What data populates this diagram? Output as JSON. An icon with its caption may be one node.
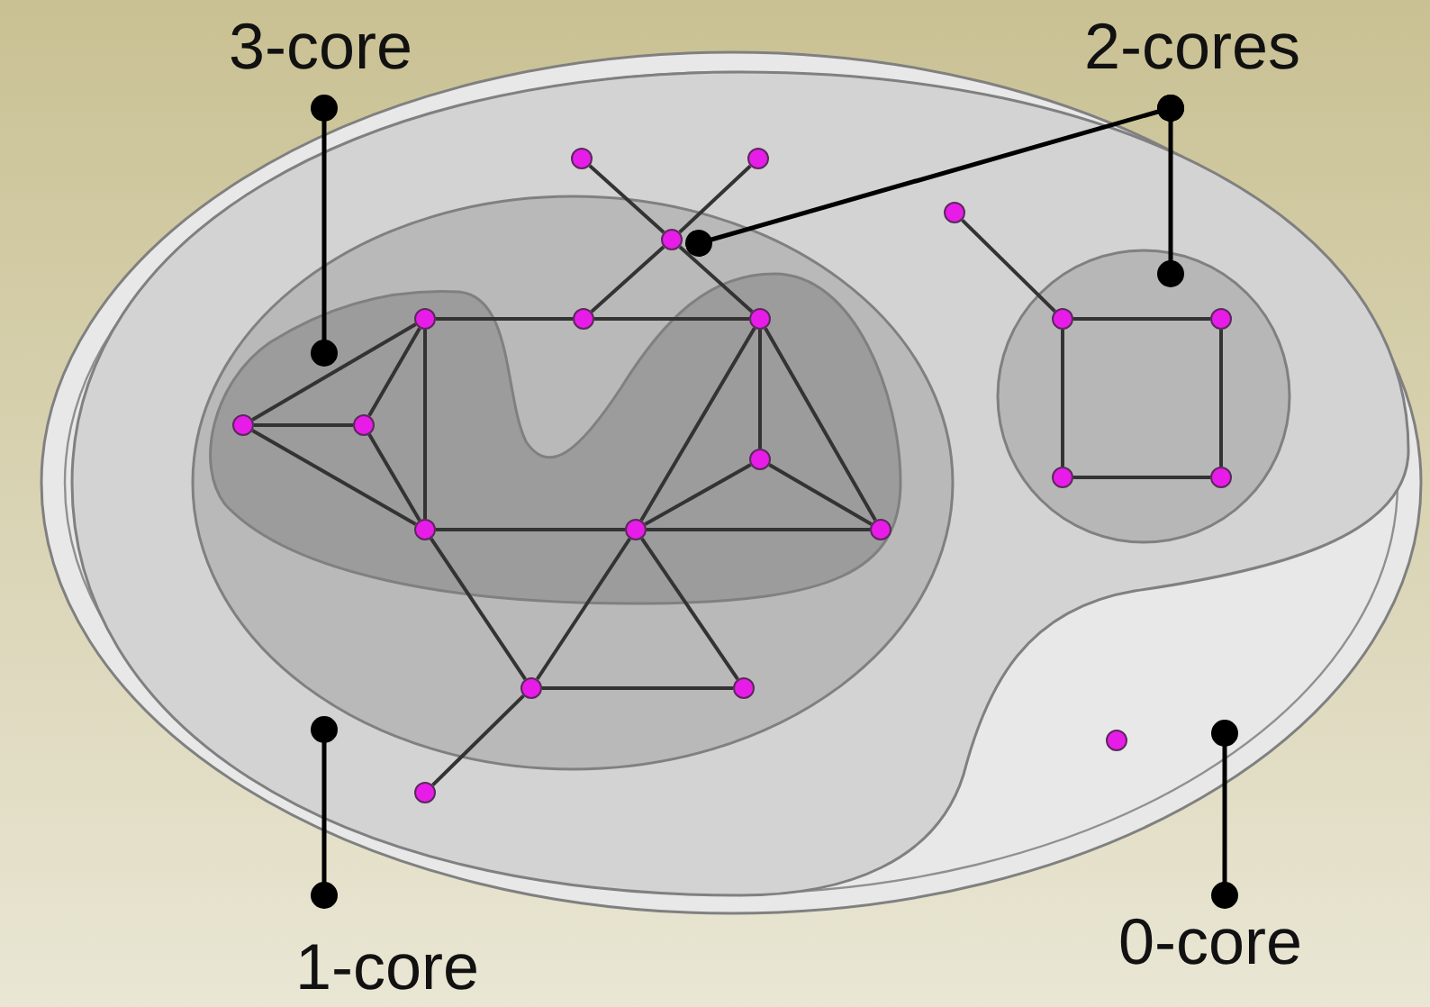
{
  "diagram": {
    "nodes": [
      {
        "text": [
          "3-core"
        ]
      },
      {
        "text": [
          "2-cores"
        ]
      },
      {
        "text": [],
        "shape": "ellipse"
      },
      {
        "text": [],
        "shape": "blob",
        "in": 2
      },
      {
        "text": [],
        "shape": "ellipse",
        "in": 3
      },
      {
        "text": [],
        "shape": "blob",
        "in": 4
      },
      {
        "text": [],
        "shape": "circle",
        "in": 3
      },
      {
        "text": [],
        "shape": "circle",
        "in": 3
      },
      {
        "text": [],
        "shape": "circle",
        "in": 3
      },
      {
        "text": [],
        "shape": "circle",
        "in": 3
      },
      {
        "text": [],
        "shape": "circle",
        "in": 4
      },
      {
        "text": [],
        "shape": "circle",
        "in": 5
      },
      {
        "text": [],
        "shape": "circle",
        "in": 5
      },
      {
        "text": [],
        "shape": "circle",
        "in": 5
      },
      {
        "text": [],
        "shape": "circle",
        "in": 6
      },
      {
        "text": [],
        "shape": "circle",
        "in": 6
      },
      {
        "text": [],
        "shape": "circle",
        "in": 5
      },
      {
        "text": [],
        "shape": "circle",
        "in": 5
      },
      {
        "text": [],
        "shape": "circle",
        "in": 5
      },
      {
        "text": [],
        "shape": "circle",
        "in": 6
      },
      {
        "text": [],
        "shape": "circle",
        "in": 6
      },
      {
        "text": [],
        "shape": "circle",
        "in": 5
      },
      {
        "text": [],
        "shape": "circle",
        "in": 5
      },
      {
        "text": [],
        "shape": "circle",
        "in": 5
      },
      {
        "text": [],
        "shape": "circle",
        "in": 4
      },
      {
        "text": [],
        "shape": "circle",
        "in": 4
      },
      {
        "text": [],
        "shape": "circle",
        "in": 2
      },
      {
        "text": [],
        "shape": "circle",
        "in": 3
      },
      {
        "text": [
          "1-core"
        ]
      },
      {
        "text": [
          "0-core"
        ]
      }
    ],
    "edges": [
      {
        "from": 0,
        "to": 5,
        "arrow": "other"
      },
      {
        "from": 1,
        "to": 4,
        "arrow": "other"
      },
      {
        "from": 1,
        "to": 6,
        "arrow": "other"
      },
      {
        "from": 28,
        "to": 3,
        "arrow": "other"
      },
      {
        "from": 29,
        "to": 2,
        "arrow": "other"
      },
      {
        "from": 7,
        "to": 10,
        "arrow": "none"
      },
      {
        "from": 8,
        "to": 10,
        "arrow": "none"
      },
      {
        "from": 10,
        "to": 12,
        "arrow": "none"
      },
      {
        "from": 10,
        "to": 13,
        "arrow": "none"
      },
      {
        "from": 11,
        "to": 12,
        "arrow": "none"
      },
      {
        "from": 12,
        "to": 13,
        "arrow": "none"
      },
      {
        "from": 11,
        "to": 16,
        "arrow": "none"
      },
      {
        "from": 16,
        "to": 17,
        "arrow": "none"
      },
      {
        "from": 17,
        "to": 11,
        "arrow": "none"
      },
      {
        "from": 11,
        "to": 21,
        "arrow": "none"
      },
      {
        "from": 16,
        "to": 21,
        "arrow": "none"
      },
      {
        "from": 17,
        "to": 21,
        "arrow": "none"
      },
      {
        "from": 13,
        "to": 18,
        "arrow": "none"
      },
      {
        "from": 13,
        "to": 22,
        "arrow": "none"
      },
      {
        "from": 13,
        "to": 23,
        "arrow": "none"
      },
      {
        "from": 18,
        "to": 22,
        "arrow": "none"
      },
      {
        "from": 18,
        "to": 23,
        "arrow": "none"
      },
      {
        "from": 21,
        "to": 22,
        "arrow": "none"
      },
      {
        "from": 22,
        "to": 23,
        "arrow": "none"
      },
      {
        "from": 21,
        "to": 24,
        "arrow": "none"
      },
      {
        "from": 22,
        "to": 24,
        "arrow": "none"
      },
      {
        "from": 22,
        "to": 25,
        "arrow": "none"
      },
      {
        "from": 24,
        "to": 25,
        "arrow": "none"
      },
      {
        "from": 24,
        "to": 27,
        "arrow": "none"
      },
      {
        "from": 9,
        "to": 14,
        "arrow": "none"
      },
      {
        "from": 14,
        "to": 15,
        "arrow": "none"
      },
      {
        "from": 14,
        "to": 19,
        "arrow": "none"
      },
      {
        "from": 15,
        "to": 20,
        "arrow": "none"
      },
      {
        "from": 19,
        "to": 20,
        "arrow": "none"
      }
    ]
  }
}
